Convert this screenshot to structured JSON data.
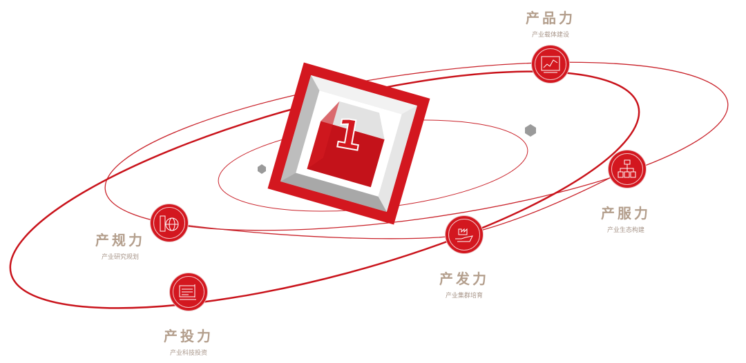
{
  "center": {
    "number": "1"
  },
  "nodes": [
    {
      "id": "product",
      "title": "产品力",
      "subtitle": "产业载体建设",
      "icon": "chart-board-icon"
    },
    {
      "id": "service",
      "title": "产服力",
      "subtitle": "产业生态构建",
      "icon": "network-icon"
    },
    {
      "id": "develop",
      "title": "产发力",
      "subtitle": "产业集群培育",
      "icon": "hand-factory-icon"
    },
    {
      "id": "plan",
      "title": "产规力",
      "subtitle": "产业研究规划",
      "icon": "globe-building-icon"
    },
    {
      "id": "invest",
      "title": "产投力",
      "subtitle": "产业科技投资",
      "icon": "document-icon"
    }
  ],
  "colors": {
    "red": "#d3171f",
    "label": "#b39e8c"
  }
}
